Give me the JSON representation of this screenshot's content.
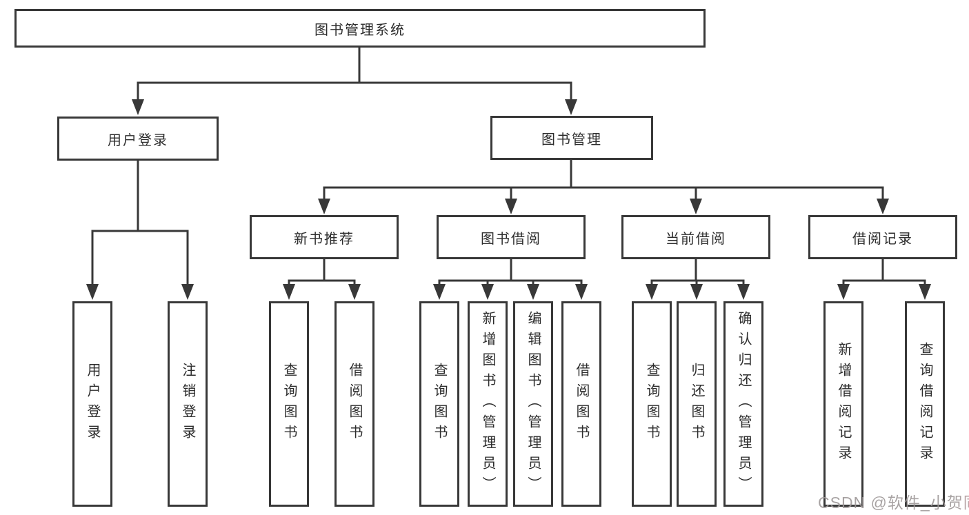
{
  "diagram": {
    "root": {
      "label": "图书管理系统"
    },
    "children": [
      {
        "label": "用户登录",
        "children": [
          {
            "label": "用户登录"
          },
          {
            "label": "注销登录"
          }
        ]
      },
      {
        "label": "图书管理",
        "children": [
          {
            "label": "新书推荐",
            "children": [
              {
                "label": "查询图书"
              },
              {
                "label": "借阅图书"
              }
            ]
          },
          {
            "label": "图书借阅",
            "children": [
              {
                "label": "查询图书"
              },
              {
                "label": "新增图书（管理员）"
              },
              {
                "label": "编辑图书（管理员）"
              },
              {
                "label": "借阅图书"
              }
            ]
          },
          {
            "label": "当前借阅",
            "children": [
              {
                "label": "查询图书"
              },
              {
                "label": "归还图书"
              },
              {
                "label": "确认归还（管理员）"
              }
            ]
          },
          {
            "label": "借阅记录",
            "children": [
              {
                "label": "新增借阅记录"
              },
              {
                "label": "查询借阅记录"
              }
            ]
          }
        ]
      }
    ]
  },
  "watermark": {
    "text": "CSDN @软件_小贺同学"
  },
  "colors": {
    "line": "#383838",
    "node_border": "#383838",
    "node_text": "#2d2d2d",
    "background": "#ffffff",
    "watermark_gray": "#9e9898",
    "watermark_pink": "#e39ba4"
  }
}
